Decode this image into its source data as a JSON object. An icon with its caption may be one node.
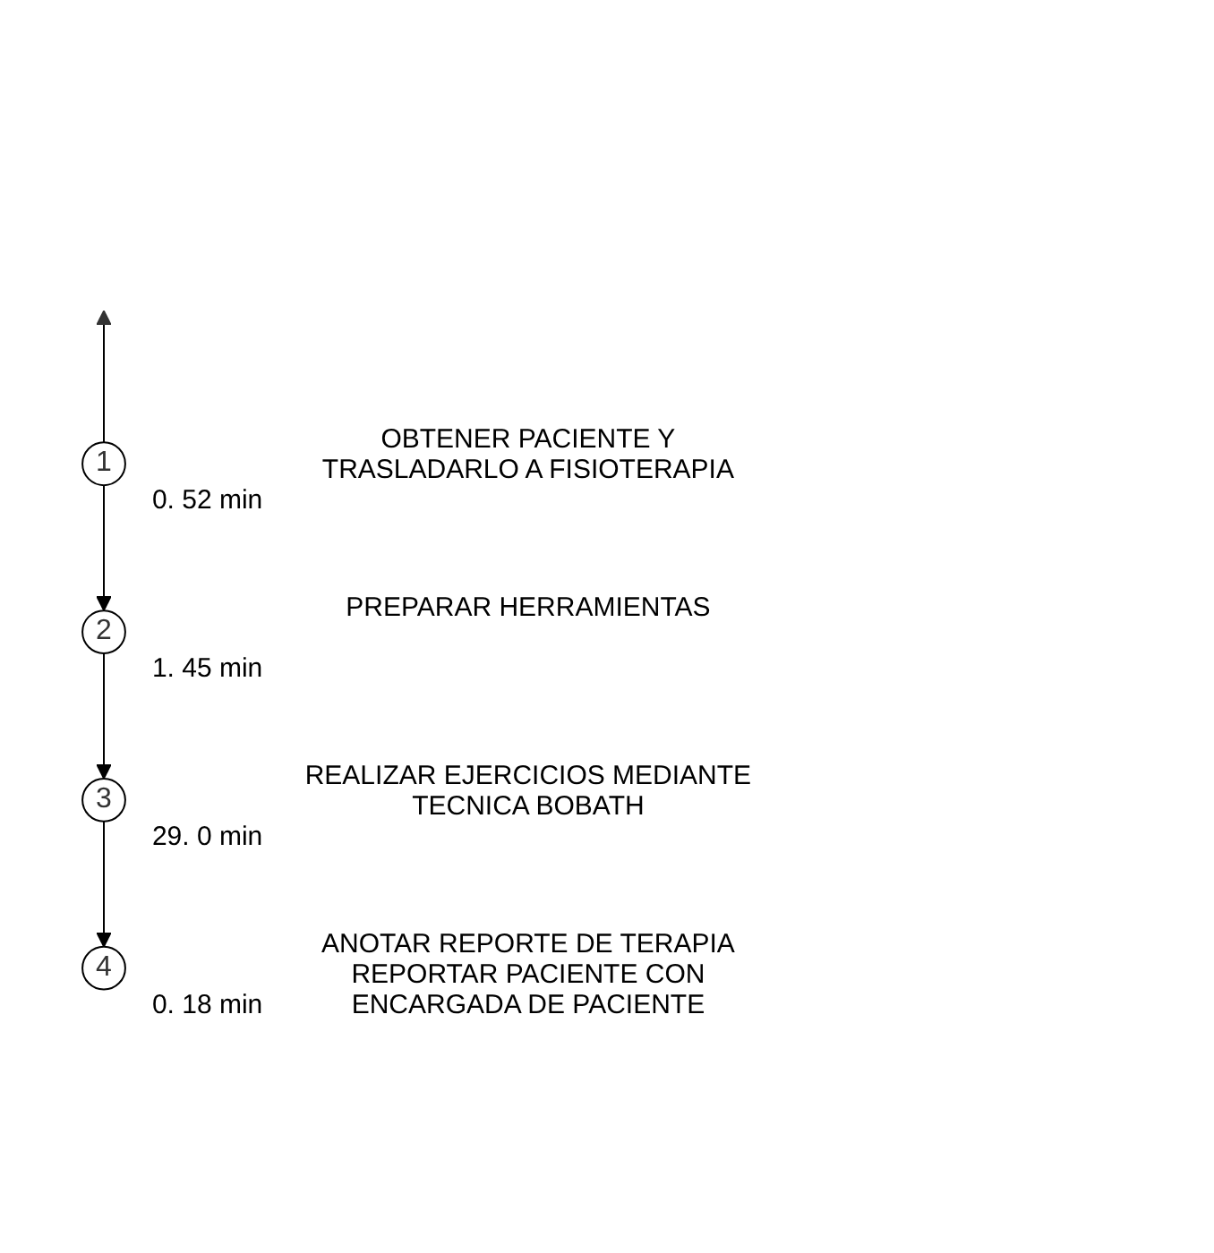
{
  "diagram": {
    "nodes": [
      {
        "text": [
          "1"
        ],
        "beside": [
          "0. 52 min",
          "OBTENER PACIENTE Y TRASLADARLO A FISIOTERAPIA"
        ]
      },
      {
        "text": [
          "2"
        ],
        "beside": [
          "1. 45 min",
          "PREPARAR HERRAMIENTAS"
        ]
      },
      {
        "text": [
          "3"
        ],
        "beside": [
          "29. 0 min",
          "REALIZAR EJERCICIOS MEDIANTE TECNICA BOBATH"
        ]
      },
      {
        "text": [
          "4"
        ],
        "beside": [
          "0. 18 min",
          "ANOTAR REPORTE DE TERAPIA REPORTAR PACIENTE CON ENCARGADA DE PACIENTE"
        ]
      }
    ],
    "edges": [
      {
        "from": 0,
        "to": null,
        "arrow": "to"
      },
      {
        "from": 0,
        "to": 1,
        "arrow": "to"
      },
      {
        "from": 1,
        "to": 2,
        "arrow": "to"
      },
      {
        "from": 2,
        "to": 3,
        "arrow": "to"
      }
    ]
  }
}
